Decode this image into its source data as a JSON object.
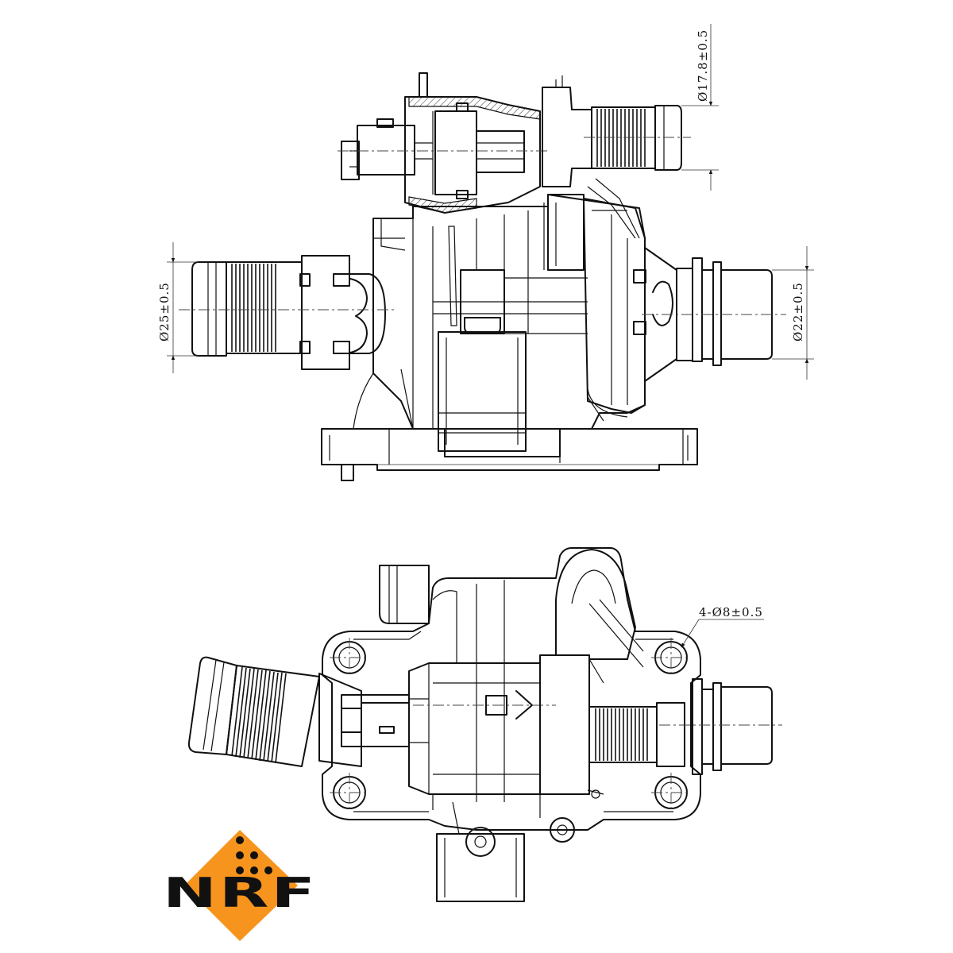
{
  "brand": {
    "name": "NRF",
    "accent_color": "#f7941d",
    "text_color": "#111111"
  },
  "dimensions": {
    "outlet_top": "Ø17.8±0.5",
    "inlet_left": "Ø25±0.5",
    "outlet_right": "Ø22±0.5",
    "mount_holes": "4-Ø8±0.5"
  },
  "views": [
    {
      "id": "side-view"
    },
    {
      "id": "bottom-view"
    }
  ]
}
